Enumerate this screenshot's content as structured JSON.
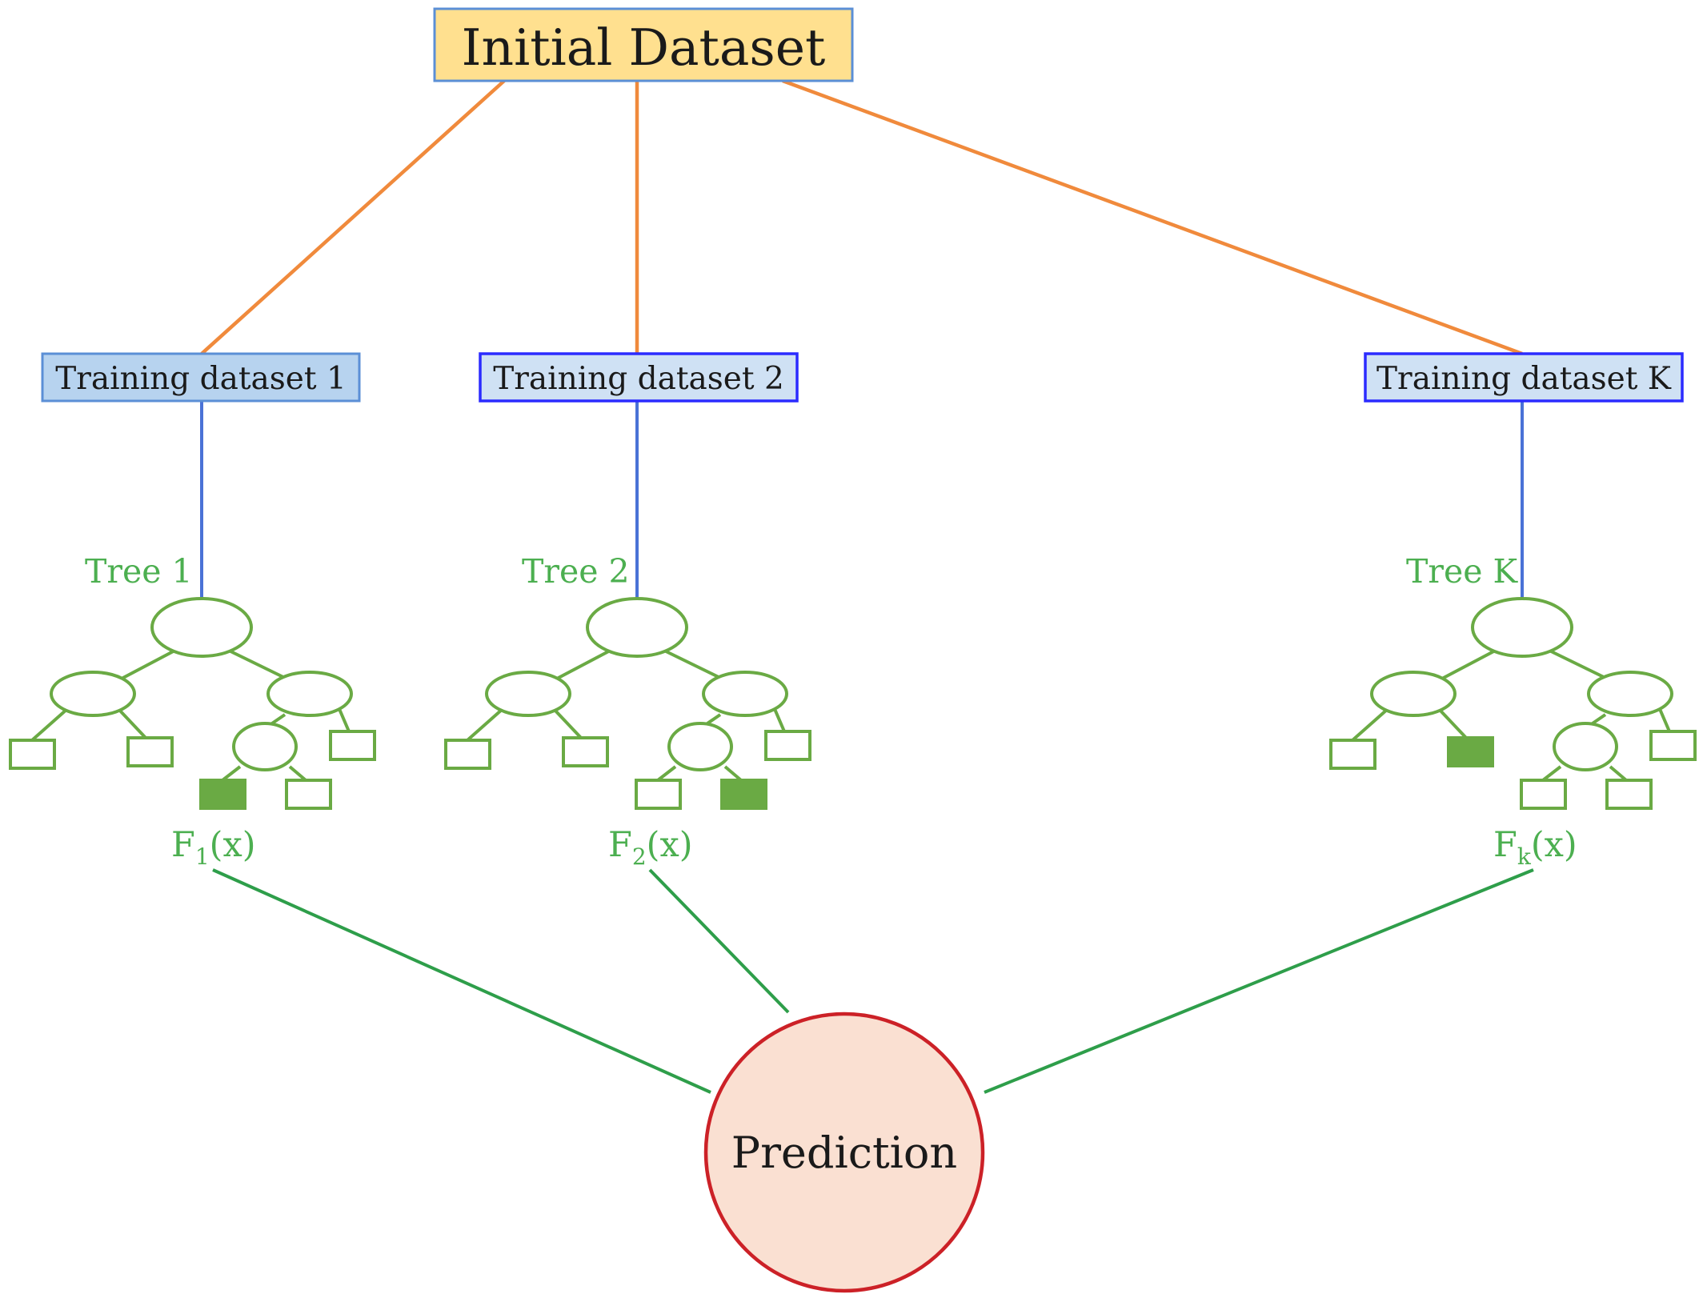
{
  "root": {
    "label": "Initial Dataset"
  },
  "datasets": [
    {
      "label": "Training dataset 1"
    },
    {
      "label": "Training dataset 2"
    },
    {
      "label": "Training dataset K"
    }
  ],
  "trees": [
    {
      "label": "Tree 1",
      "output": {
        "base": "F",
        "sub": "1",
        "arg": "(x)"
      }
    },
    {
      "label": "Tree 2",
      "output": {
        "base": "F",
        "sub": "2",
        "arg": "(x)"
      }
    },
    {
      "label": "Tree K",
      "output": {
        "base": "F",
        "sub": "k",
        "arg": "(x)"
      }
    }
  ],
  "prediction": {
    "label": "Prediction"
  },
  "colors": {
    "root_fill": "#ffe08f",
    "root_stroke": "#5b8fd6",
    "orange_edge": "#f08a3c",
    "dataset1_fill": "#b7d3ef",
    "dataset1_stroke": "#5b8fd6",
    "dataset_fill": "#cfe1f4",
    "dataset_stroke": "#2b2bff",
    "blue_edge": "#4a72d6",
    "tree_green": "#6aaa44",
    "label_green": "#4caf50",
    "output_edge": "#2e9e4a",
    "prediction_fill": "#fae0d2",
    "prediction_stroke": "#cc2127"
  }
}
